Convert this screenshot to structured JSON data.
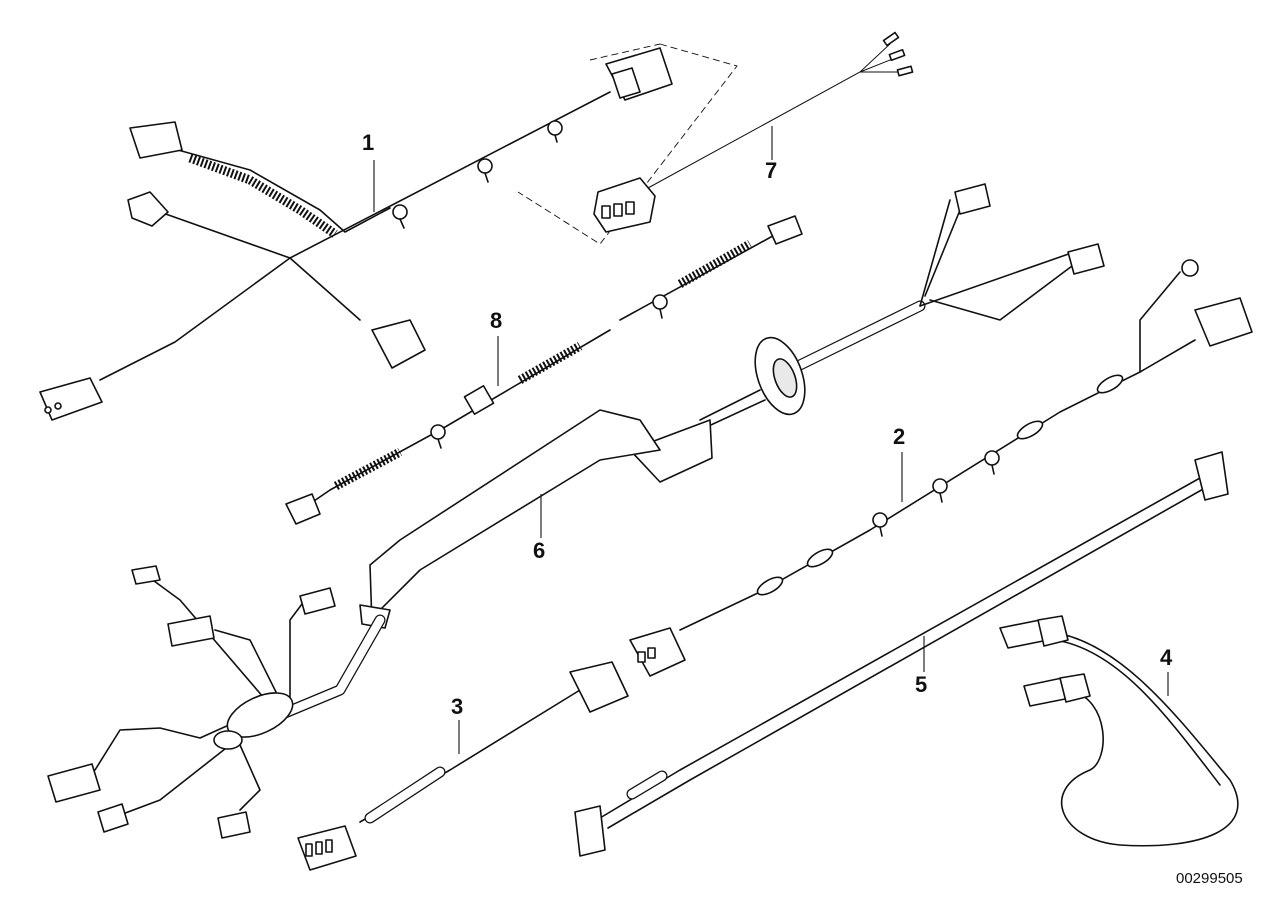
{
  "diagram": {
    "part_labels": [
      "1",
      "2",
      "3",
      "4",
      "5",
      "6",
      "7",
      "8"
    ],
    "image_code": "00299505"
  },
  "colors": {
    "line": "#111111",
    "background": "#ffffff"
  }
}
